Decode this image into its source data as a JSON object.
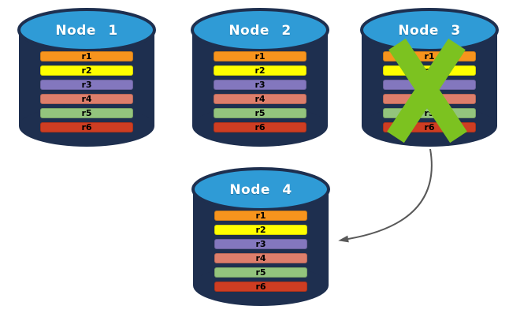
{
  "diagram": {
    "colors": {
      "cylinder_body": "#1E2F4F",
      "cylinder_top": "#2F9BD6",
      "failure_x": "#7CC220",
      "arrow": "#595959"
    },
    "records": [
      {
        "label": "r1",
        "color": "#F7941D"
      },
      {
        "label": "r2",
        "color": "#FFFF00"
      },
      {
        "label": "r3",
        "color": "#8377BE"
      },
      {
        "label": "r4",
        "color": "#DD7E6B"
      },
      {
        "label": "r5",
        "color": "#93C47D"
      },
      {
        "label": "r6",
        "color": "#CE3D22"
      }
    ],
    "nodes": [
      {
        "label": "Node 1",
        "failed": false,
        "records": [
          "r1",
          "r2",
          "r3",
          "r4",
          "r5",
          "r6"
        ]
      },
      {
        "label": "Node 2",
        "failed": false,
        "records": [
          "r1",
          "r2",
          "r3",
          "r4",
          "r5",
          "r6"
        ]
      },
      {
        "label": "Node 3",
        "failed": true,
        "records": [
          "r1",
          "r2",
          "r3",
          "r4",
          "r5",
          "r6"
        ]
      },
      {
        "label": "Node 4",
        "failed": false,
        "records": [
          "r1",
          "r2",
          "r3",
          "r4",
          "r5",
          "r6"
        ]
      }
    ],
    "arrow": {
      "from": "Node 3",
      "to": "Node 4"
    }
  }
}
